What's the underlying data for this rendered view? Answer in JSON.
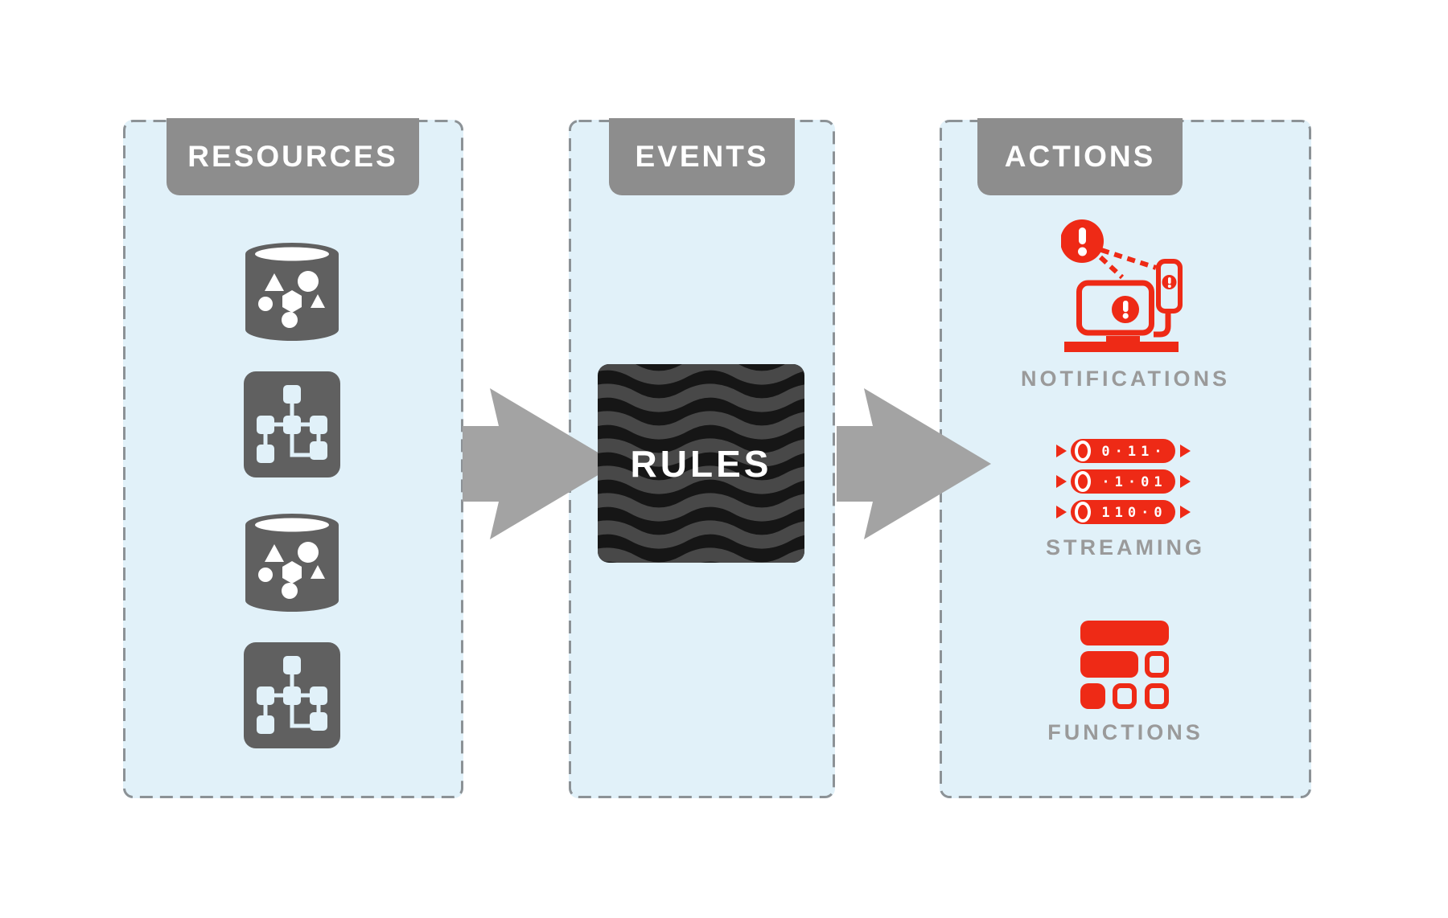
{
  "diagram_title": "resources-events-actions-flow",
  "panels": {
    "resources": {
      "label": "RESOURCES"
    },
    "events": {
      "label": "EVENTS"
    },
    "actions": {
      "label": "ACTIONS"
    }
  },
  "rules": {
    "label": "RULES"
  },
  "actions_items": {
    "notifications": {
      "label": "NOTIFICATIONS"
    },
    "streaming": {
      "label": "STREAMING",
      "rows": [
        "0·11·",
        "·1·01",
        "110·0"
      ]
    },
    "functions": {
      "label": "FUNCTIONS"
    }
  },
  "colors": {
    "red": "#ee2a16",
    "panel_blue": "#e1f1f9",
    "border_gray": "#8c9296",
    "header_gray": "#8d8d8d",
    "icon_gray": "#606060",
    "arrow_gray": "#a3a3a3",
    "label_gray": "#9a9a9a",
    "rules_black": "#161616",
    "rules_wave_gray": "#484848"
  }
}
